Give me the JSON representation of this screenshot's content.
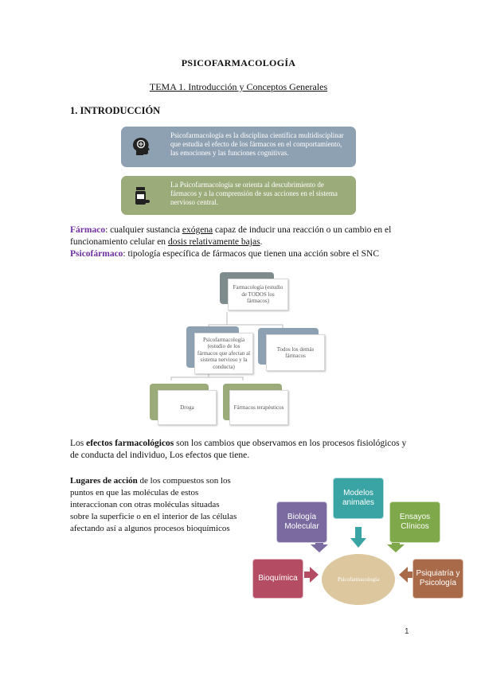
{
  "header": {
    "title": "PSICOFARMACOLOGÍA",
    "subtitle": "TEMA 1. Introducción y Conceptos Generales"
  },
  "section1": {
    "heading": "1. INTRODUCCIÓN"
  },
  "cards": [
    {
      "icon": "brain-head-icon",
      "text": "Psicofarmacología es la disciplina científica multidisciplinar que estudia el efecto de los fármacos en el comportamiento, las emociones y las funciones cognitivas.",
      "color": "#8ea1b3"
    },
    {
      "icon": "medicine-bottle-icon",
      "text": "La Psicofarmacología se orienta al descubrimiento de fármacos y a la comprensión de sus acciones en el sistema nervioso central.",
      "color": "#9bab7a"
    }
  ],
  "definitions": {
    "farmaco_term": "Fármaco",
    "farmaco_t1": ": cualquier sustancia ",
    "farmaco_t2": "exógena",
    "farmaco_t3": " capaz de inducir una reacción o un cambio en el funcionamiento celular en ",
    "farmaco_t4": "dosis relativamente bajas",
    "farmaco_t5": ".",
    "psico_term": "Psicofármaco",
    "psico_text": ": tipología específica de fármacos que tienen una acción sobre el SNC"
  },
  "hierarchy": {
    "root": "Farmacología (estudio de TODOS los fármacos)",
    "left": "Psicofarmacología (estudio de los fármacos que afectan al sistema nervioso y la conducta)",
    "right": "Todos los demás fármacos",
    "leaf1": "Droga",
    "leaf2": "Fármacos terapéuticos",
    "colors": {
      "root": "#7f8c8d",
      "left": "#8ea1b3",
      "right": "#8ea1b3",
      "leaves": "#9bab7a"
    }
  },
  "effects": {
    "prefix": "Los ",
    "term": "efectos farmacológicos",
    "text": " son los cambios que observamos en los procesos fisiológicos y de conducta del individuo, Los efectos que tiene."
  },
  "lugares": {
    "term": "Lugares de acción",
    "text": " de los compuestos son los puntos en que las moléculas de estos interaccionan con otras moléculas situadas sobre la superficie o en el interior de las células afectando así a algunos procesos bioquímicos"
  },
  "radial": {
    "center": "Psicofarmacología",
    "nodes": [
      {
        "label": "Biología Molecular",
        "color": "#7b6aa0"
      },
      {
        "label": "Modelos animales",
        "color": "#3aa3a3"
      },
      {
        "label": "Ensayos Clínicos",
        "color": "#7fa84a"
      },
      {
        "label": "Bioquímica",
        "color": "#b44c64"
      },
      {
        "label": "Psiquiatría y Psicología",
        "color": "#a86a48"
      }
    ],
    "center_color": "#dcc79e"
  },
  "page_number": "1"
}
